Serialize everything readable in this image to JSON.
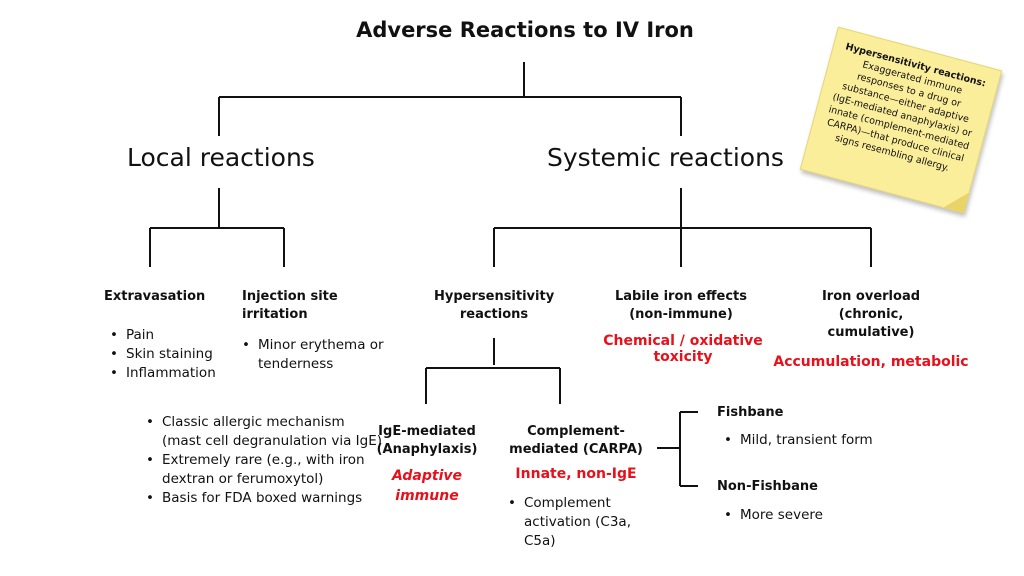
{
  "title": "Adverse Reactions to IV Iron",
  "branches": {
    "local": "Local reactions",
    "systemic": "Systemic reactions"
  },
  "local": {
    "extravasation": {
      "label": "Extravasation",
      "bullets": [
        "Pain",
        "Skin staining",
        "Inflammation"
      ]
    },
    "injection": {
      "label_line1": "Injection site",
      "label_line2": "irritation",
      "bullets": [
        "Minor erythema or tenderness"
      ]
    }
  },
  "systemic": {
    "hypersensitivity": {
      "label_line1": "Hypersensitivity",
      "label_line2": "reactions"
    },
    "labile": {
      "label_line1": "Labile iron effects",
      "label_line2": "(non-immune)",
      "note": "Chemical / oxidative toxicity"
    },
    "overload": {
      "label_line1": "Iron overload",
      "label_line2": "(chronic,",
      "label_line3": "cumulative)",
      "note": "Accumulation, metabolic"
    }
  },
  "ige": {
    "label_line1": "IgE-mediated",
    "label_line2": "(Anaphylaxis)",
    "note_line1": "Adaptive",
    "note_line2": "immune",
    "bullets": [
      "Classic allergic mechanism (mast cell degranulation via IgE)",
      "Extremely rare (e.g., with iron dextran or ferumoxytol)",
      "Basis for FDA boxed warnings"
    ]
  },
  "carpa": {
    "label_line1": "Complement-",
    "label_line2": "mediated (CARPA)",
    "note": "Innate, non-IgE",
    "bullets": [
      "Complement activation (C3a, C5a)"
    ]
  },
  "fishbane": {
    "label": "Fishbane",
    "bullets": [
      "Mild, transient form"
    ]
  },
  "non_fishbane": {
    "label": "Non-Fishbane",
    "bullets": [
      "More severe"
    ]
  },
  "sticky_note": {
    "title": "Hypersensitivity reactions:",
    "body": "Exaggerated immune responses to a drug or substance—either adaptive (IgE-mediated anaphylaxis) or innate (complement-mediated CARPA)—that produce clinical signs resembling allergy."
  },
  "colors": {
    "accent_red": "#e8101a",
    "note_yellow": "#fbee9a"
  }
}
